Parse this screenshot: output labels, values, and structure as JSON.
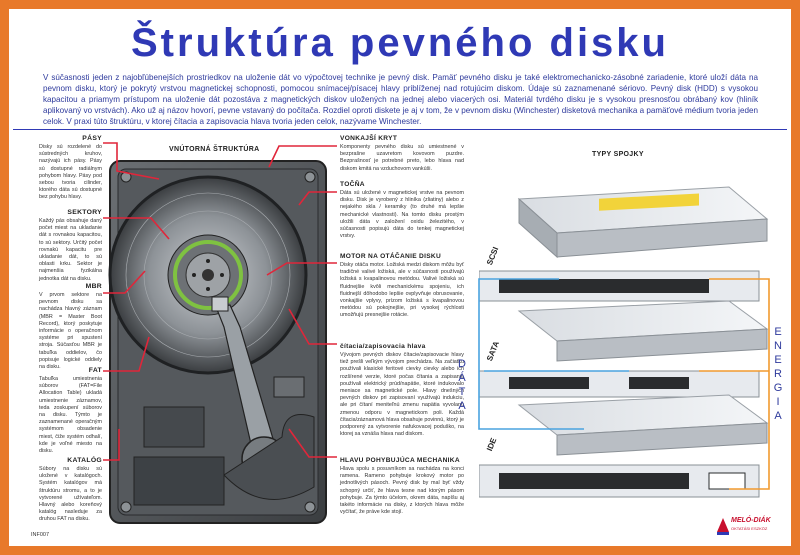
{
  "title": "Štruktúra pevného disku",
  "intro": "V súčasnosti jeden z najobľúbenejších prostriedkov na uloženie dát vo výpočtovej technike je pevný disk. Pamäť pevného disku je také elektromechanicko-zásobné zariadenie, ktoré uloží dáta na pevnom disku, ktorý je pokrytý vrstvou magnetickej schopnosti, pomocou snímacej/písacej hlavy priblíženej nad rotujúcim diskom. Údaje sú zaznamenané sériovo. Pevný disk (HDD) s vysokou kapacitou a priamym prístupom na uloženie dát pozostáva z magnetických diskov uložených na jednej alebo viacerých osi. Materiál tvrdého disku je s vysokou presnosťou obrábaný kov (hliník aplikovaný vo vrstvách). Ako už aj názov hovorí, pevne vstavaný do počítača. Rozdiel oproti diskete je aj v tom, že v pevnom disku (Winchester) disketová mechanika a pamäťové médium tvoria jeden celok. V praxi túto štruktúru, v ktorej čítacia a zapisovacia hlava tvoria jeden celok, nazývame Winchester.",
  "left": [
    {
      "h": "PÁSY",
      "t": "Disky sú rozdelené do sústredných kruhov, nazývajú ich pásy. Pásy sú dostupné radiálnym pohybom hlavy. Pásy pod sebou tvoria cilinder, ktorého dáta sú dostupné bez pohybu hlavy."
    },
    {
      "h": "SEKTORY",
      "t": "Každý pás obsahuje daný počet miest na ukladanie dát s rovnakou kapacitou, to sú sektory. Určitý počet rovnakú kapacitu pre ukladanie dát, to sú oblasti krku. Sektor je najmenšia fyzikálna jednotka dát na disku."
    },
    {
      "h": "MBR",
      "t": "V prvom sektore na pevnom disku sa nachádza hlavný záznam (MBR = Master Boot Record), ktorý poskytuje informácie o operačnom systéme pri spustení stroja. Súčasťou MBR je tabuľka oddielov, čo popisuje logické oddiely na disku."
    },
    {
      "h": "FAT",
      "t": "Tabuľka umiestnenia súborov (FAT=File Allocation Table) ukladá umiestnenie záznamov, teda zoskupení súborov na disku. Týmto je zaznamenané operačným systémom obsadenie miest, čiže systém odhalí, kde je voľné miesto na disku."
    },
    {
      "h": "KATALÓG",
      "t": "Súbory na disku sú uložené v katalógoch. Systém katalógov má štruktúru stromu, a to je vytvorené užívateľom. Hlavný alebo koreňový katalóg nasleduje za druhou FAT na disku."
    }
  ],
  "mid": [
    {
      "h": "VONKAJŠÍ KRYT",
      "t": "Komponenty pevného disku sú umiestnené v bezprašne uzavretom kovovom puzdre. Bezprašnosť je potrebné preto, lebo hlava nad diskom kmitá na vzduchovom vankúši."
    },
    {
      "h": "TOČŇA",
      "t": "Dáta sú uložené v magnetickej vrstve na pevnom disku. Disk je vyrobený z hliníka (zliatiny) alebo z nejakého skla / keramiky (to druhé má lepšie mechanické vlastnosti). Na tomto disku prostým uložili dáta v založení oxidu železitého, v súčasnosti popisujú dáta do tenkej magnetickej vrstvy."
    },
    {
      "h": "MOTOR NA OTÁČANIE DISKU",
      "t": "Disky otáča motor. Ložiská medzi diskom môžu byť tradičné valivé ložiská, ale v súčasnosti používajú ložiská s kvapalinovou metódou. Valivé ložiská sú fľuidnejšie kvôli mechanickému spojeniu, ich fluidnejší dôhodobo lepšie ovplyvňuje obrusovanie, vonkajšie vplyvy, prízom ložiská s kvapalinovou metódou sú pokojnejšie, pri vysokej rýchlosti umožňujú presnejšie rotácie."
    },
    {
      "h": "čítacia/zapisovacia hlava",
      "t": "Vývojom pevných diskov čítacie/zapisovacie hlavy tiež prešli veľkým vývojom prechádza. Na začiatku používali klasické feritové cievky cievky alebo ich rozšírené verzie, ktoré počas čítania a zapisania používali elektrický prúd/napätie, ktoré indukovalo meniace sa magnetické pole. Hlavy dnešných pevných diskov pri zapisovaní využívajú indukciu, ale pri čítaní meniteľnú zmenu napätia vyvolanú zmenou odporu v magnetickom poli. Každá čítacia/záznamová hlava obsahuje povinnú, ktorý je podporený za vytvorenie nafukovacej poduško, na ktorej sa vznáša hlava nad diskom."
    },
    {
      "h": "HLAVU POHYBUJÚCA MECHANIKA",
      "t": "Hlava spolu s posuvníkom sa nachádza na konci ramena. Rameno pohybuje krokový motor po jednotlivých pásoch. Pevný disk by mal byť vždy schopný určiť, že hlava tesne nad ktorým pásom pohybuje. Za týmto účelom, okrem dáta, napíšu aj takéto informácie na disky, z ktorých hlava môže vyčítať, že práve kde stojí."
    }
  ],
  "labels": {
    "inner": "VNÚTORNÁ ŠTRUKTÚRA",
    "types": "TYPY SPOJKY",
    "scsi": "SCSI",
    "sata": "SATA",
    "ide": "IDE",
    "data_letters": [
      "D",
      "Á",
      "T",
      "A"
    ],
    "energy_letters": [
      "E",
      "N",
      "E",
      "R",
      "G",
      "I",
      "A"
    ],
    "footer": "INF007",
    "logo": "MELÓ-DIÁK",
    "logo_sub": "OKTATÁSI ESZKÖZ"
  },
  "colors": {
    "border": "#e8792a",
    "title": "#2f39b5",
    "red_line": "#e0263a",
    "blue_line": "#4aa3df",
    "orange_line": "#f29a2e",
    "green_ring": "#7fc241"
  }
}
